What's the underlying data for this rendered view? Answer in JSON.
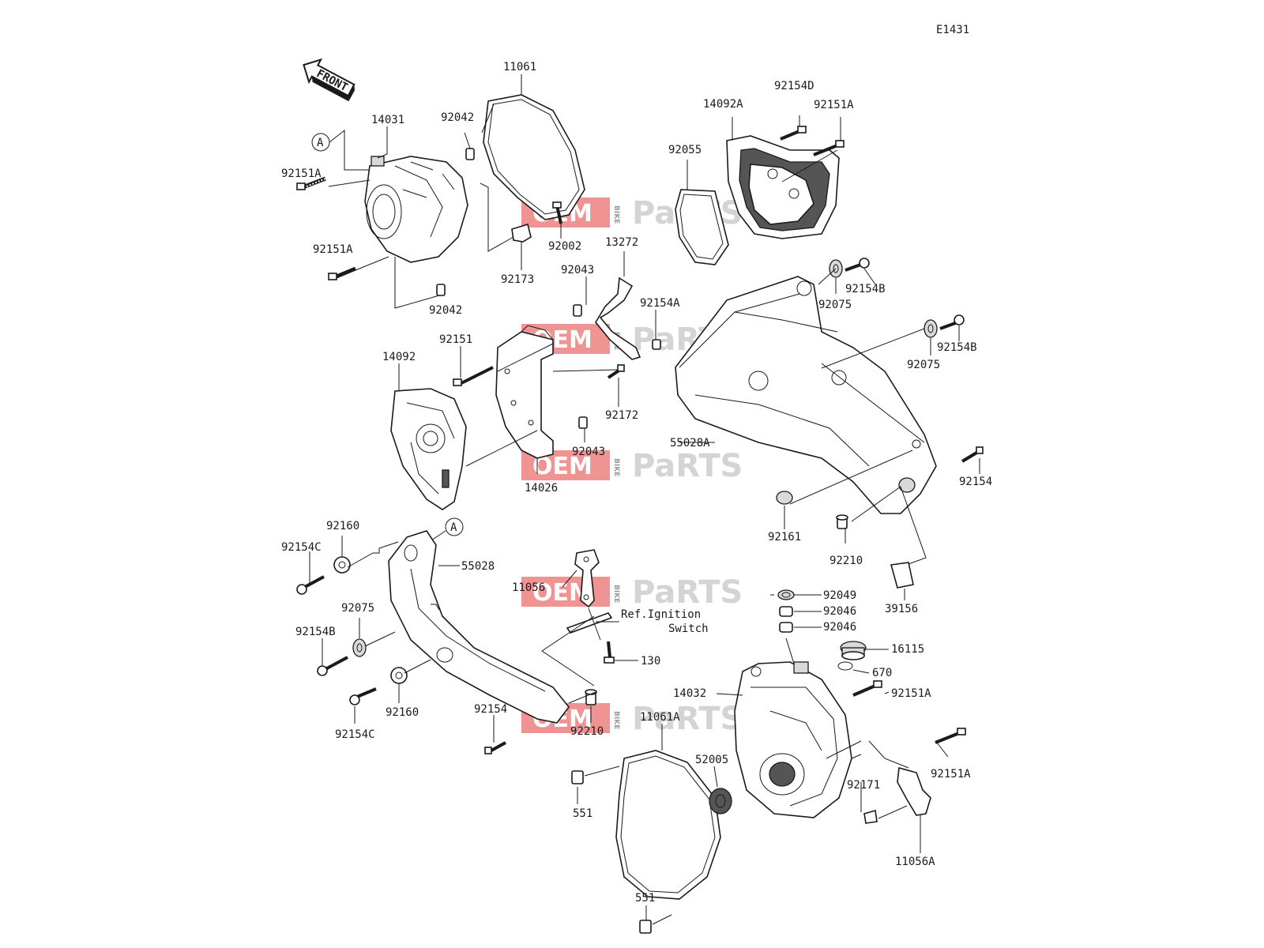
{
  "diagram_id": "E1431",
  "front_label": "FRONT",
  "callout_A": "A",
  "watermark": {
    "left": "OEM",
    "mid": "BIKE",
    "right": "PaRTS",
    "brand_color": "#e23a3a"
  },
  "ref_note": {
    "line1": "Ref.Ignition",
    "line2": "Switch"
  },
  "labels": {
    "p11061": "11061",
    "p14031": "14031",
    "p92042a": "92042",
    "p92151A_1": "92151A",
    "p92151A_2": "92151A",
    "p92042b": "92042",
    "p92002": "92002",
    "p92173": "92173",
    "p92154D": "92154D",
    "p14092A": "14092A",
    "p92151A_3": "92151A",
    "p92055": "92055",
    "p13272": "13272",
    "p92043a": "92043",
    "p92154A": "92154A",
    "p92151": "92151",
    "p14092": "14092",
    "p92172": "92172",
    "p92043b": "92043",
    "p14026": "14026",
    "p92154B_1": "92154B",
    "p92075_1": "92075",
    "p92154B_2": "92154B",
    "p92075_2": "92075",
    "p55028A": "55028A",
    "p92154_1": "92154",
    "p92161": "92161",
    "p92210_1": "92210",
    "p92160_1": "92160",
    "p92154C_1": "92154C",
    "p55028": "55028",
    "p92075_3": "92075",
    "p92154B_3": "92154B",
    "p92160_2": "92160",
    "p92154C_2": "92154C",
    "p11056": "11056",
    "p130": "130",
    "p92154_2": "92154",
    "p92210_2": "92210",
    "p39156": "39156",
    "p92049": "92049",
    "p92046_1": "92046",
    "p92046_2": "92046",
    "p16115": "16115",
    "p670": "670",
    "p14032": "14032",
    "p92151A_4": "92151A",
    "p11061A": "11061A",
    "p52005": "52005",
    "p92151A_5": "92151A",
    "p92171": "92171",
    "p551_1": "551",
    "p551_2": "551",
    "p11056A": "11056A"
  }
}
